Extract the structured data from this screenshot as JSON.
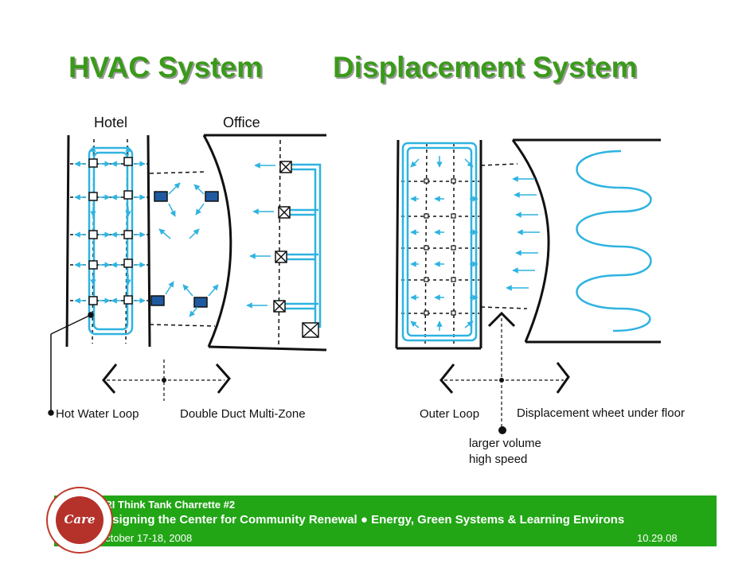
{
  "titles": {
    "left": "HVAC System",
    "right": "Displacement System"
  },
  "subtitles": {
    "hotel": "Hotel",
    "office": "Office"
  },
  "labels": {
    "hot_water_loop": "Hot Water Loop",
    "double_duct": "Double Duct Multi-Zone",
    "outer_loop": "Outer Loop",
    "displacement": "Displacement wheet under floor",
    "larger_volume": "larger volume",
    "high_speed": "high speed"
  },
  "footer": {
    "line1": "CRI Think Tank Charrette #2",
    "line2": "Designing the Center for Community Renewal ● Energy, Green Systems & Learning Environs",
    "line3": "October 17-18, 2008",
    "date": "10.29.08",
    "logo_text": "Care"
  },
  "colors": {
    "title_green": "#3a9a1a",
    "footer_green": "#22a616",
    "duct_blue": "#2fb3e0",
    "ink": "#111111"
  }
}
